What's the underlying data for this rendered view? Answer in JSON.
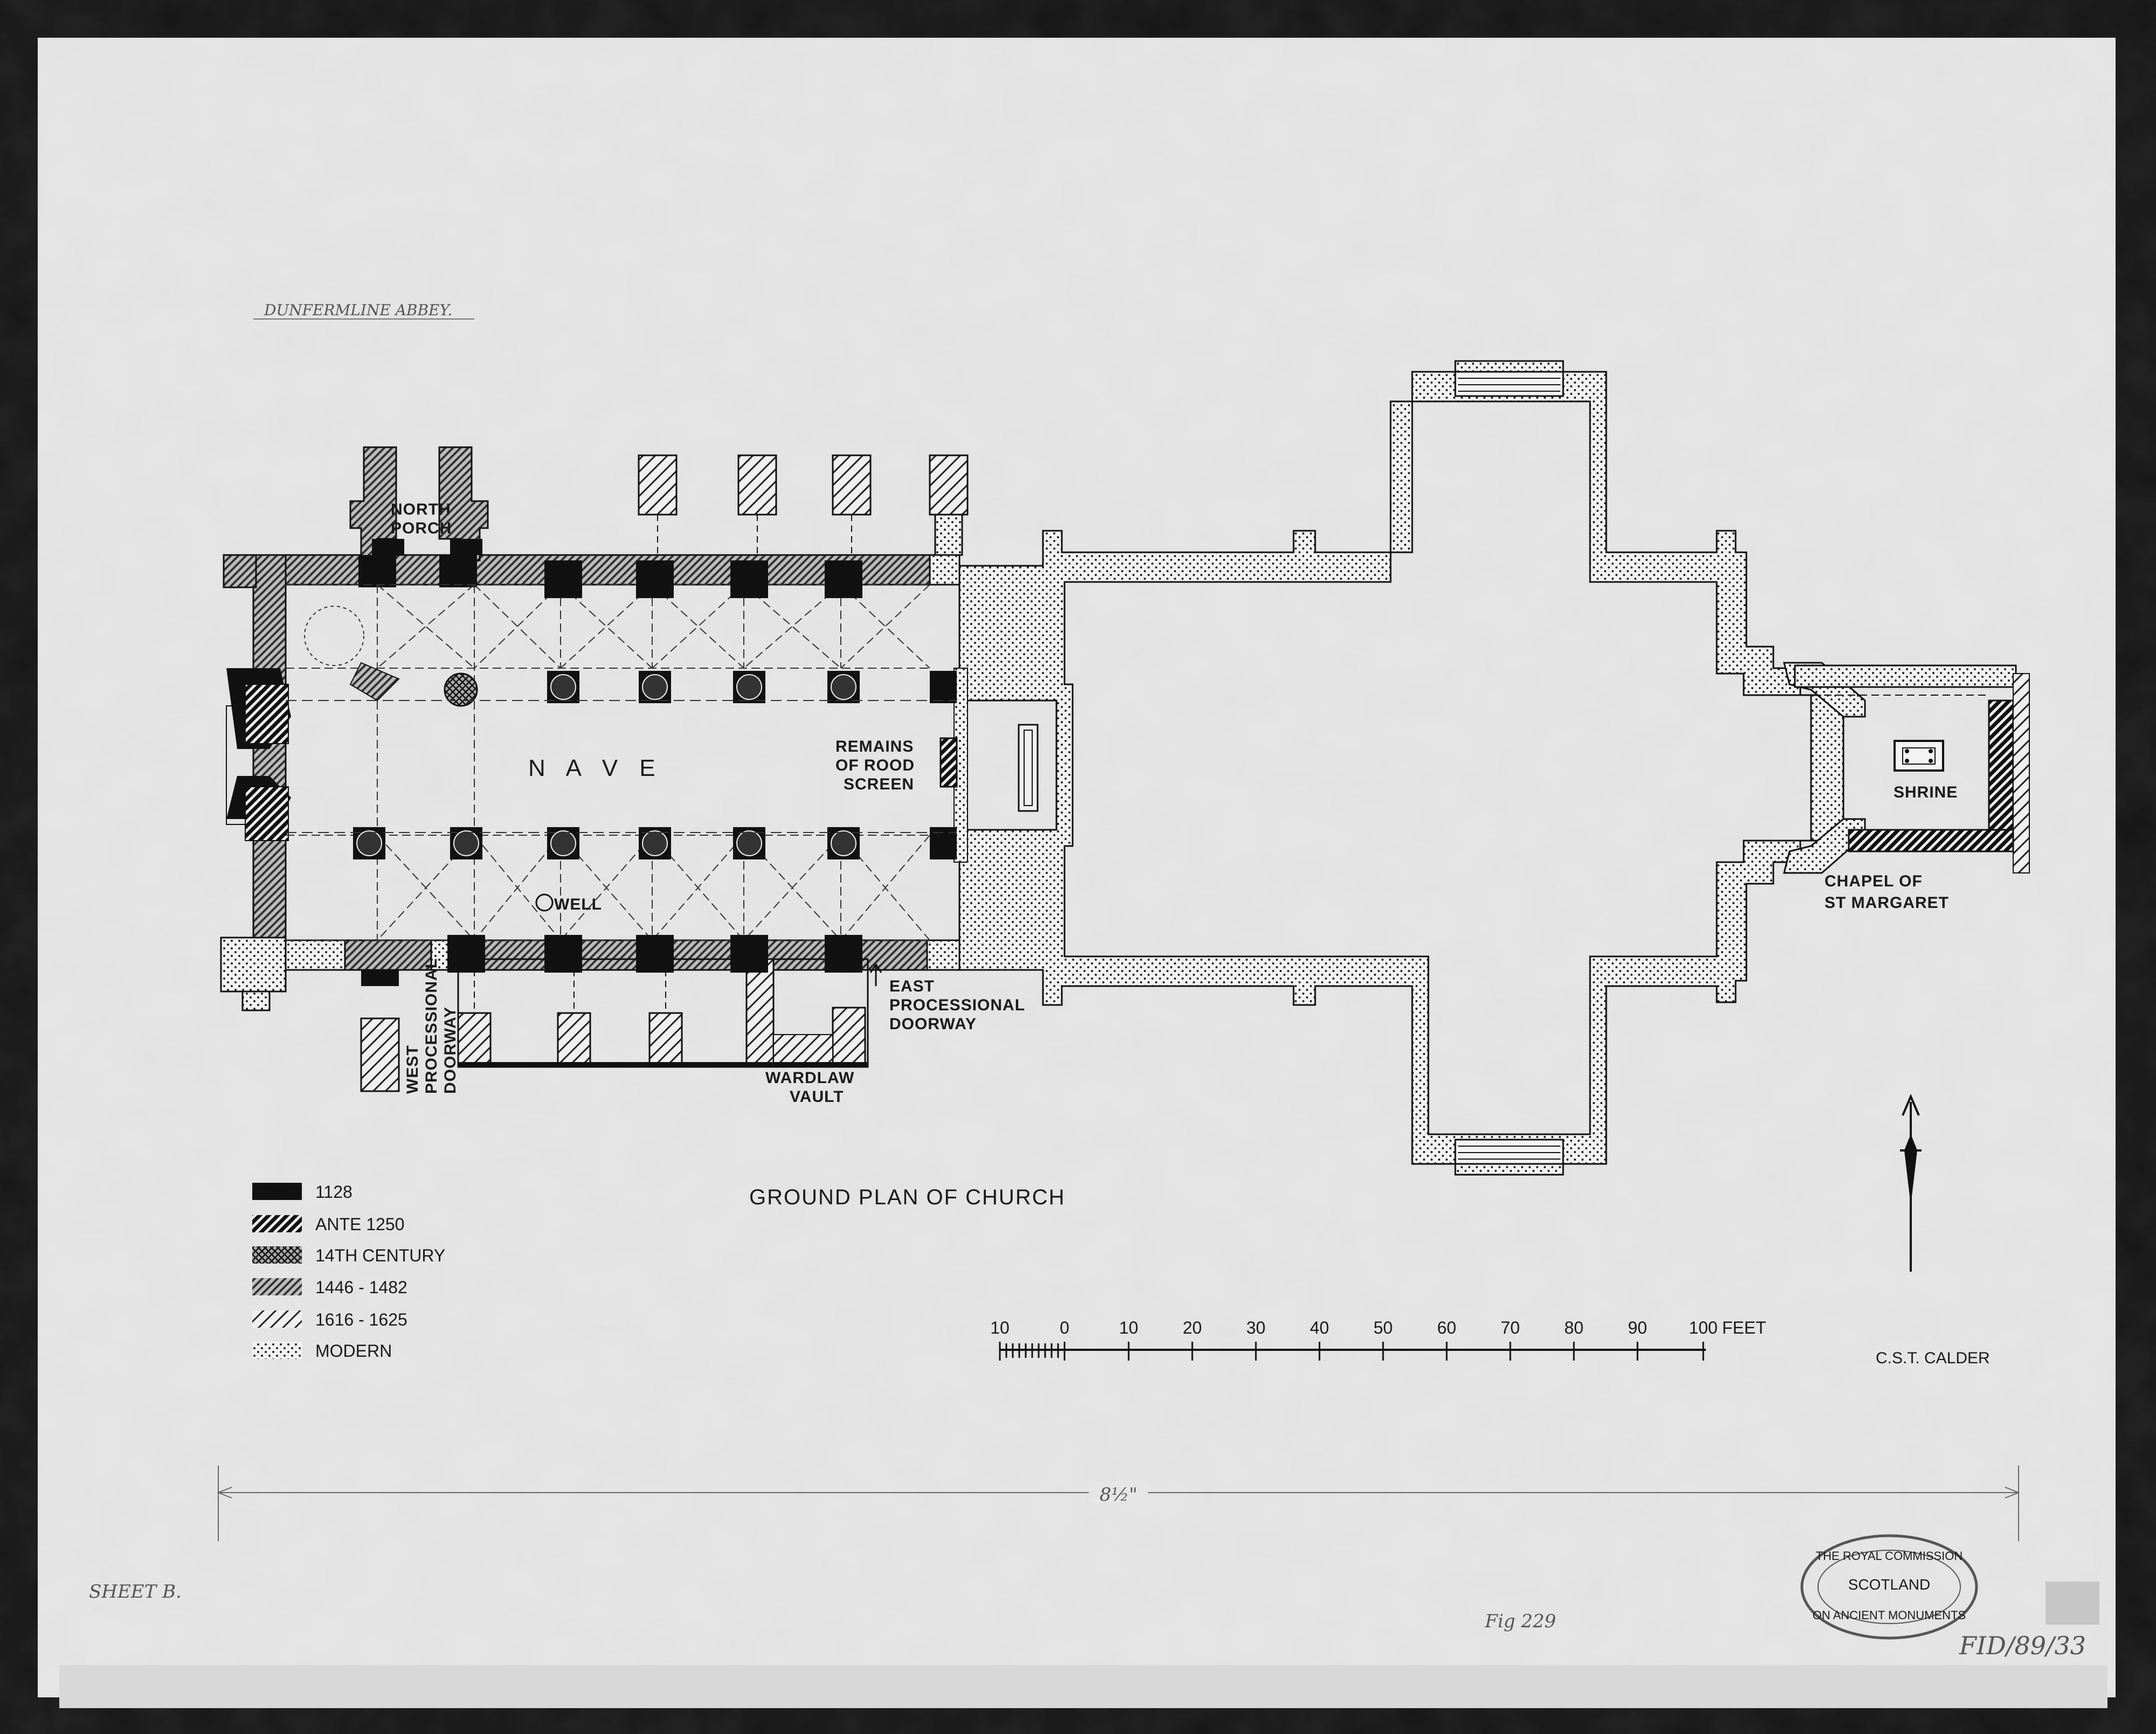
{
  "drawing": {
    "header": "DUNFERMLINE ABBEY.",
    "title": "GROUND PLAN OF CHURCH",
    "author": "C.S.T. CALDER",
    "sheet": "SHEET B.",
    "fig": "Fig 229",
    "ref": "FID/89/33",
    "width_note": "8½\""
  },
  "labels": {
    "north_porch_1": "NORTH",
    "north_porch_2": "PORCH",
    "nave": "N A V E",
    "rood_1": "REMAINS",
    "rood_2": "OF ROOD",
    "rood_3": "SCREEN",
    "shrine": "SHRINE",
    "chapel_1": "CHAPEL OF",
    "chapel_2": "ST MARGARET",
    "well": "WELL",
    "west_door_1": "WEST",
    "west_door_2": "PROCESSIONAL",
    "west_door_3": "DOORWAY",
    "wardlaw_1": "WARDLAW",
    "wardlaw_2": "VAULT",
    "east_door_1": "EAST",
    "east_door_2": "PROCESSIONAL",
    "east_door_3": "DOORWAY"
  },
  "legend": [
    {
      "label": "1128",
      "pattern": "solid"
    },
    {
      "label": "ANTE 1250",
      "pattern": "diag-heavy"
    },
    {
      "label": "14TH CENTURY",
      "pattern": "cross"
    },
    {
      "label": "1446 - 1482",
      "pattern": "diag-grey"
    },
    {
      "label": "1616 - 1625",
      "pattern": "diag-light"
    },
    {
      "label": "MODERN",
      "pattern": "dots"
    }
  ],
  "scale": {
    "ticks": [
      "10",
      "0",
      "10",
      "20",
      "30",
      "40",
      "50",
      "60",
      "70",
      "80",
      "90",
      "100"
    ],
    "unit": "FEET"
  },
  "stamp": {
    "line1": "THE ROYAL COMMISSION",
    "line2": "SCOTLAND",
    "line3": "ON ANCIENT MONUMENTS"
  },
  "colors": {
    "paper": "#e6e6e6",
    "ink": "#141414",
    "frame": "#151515"
  }
}
